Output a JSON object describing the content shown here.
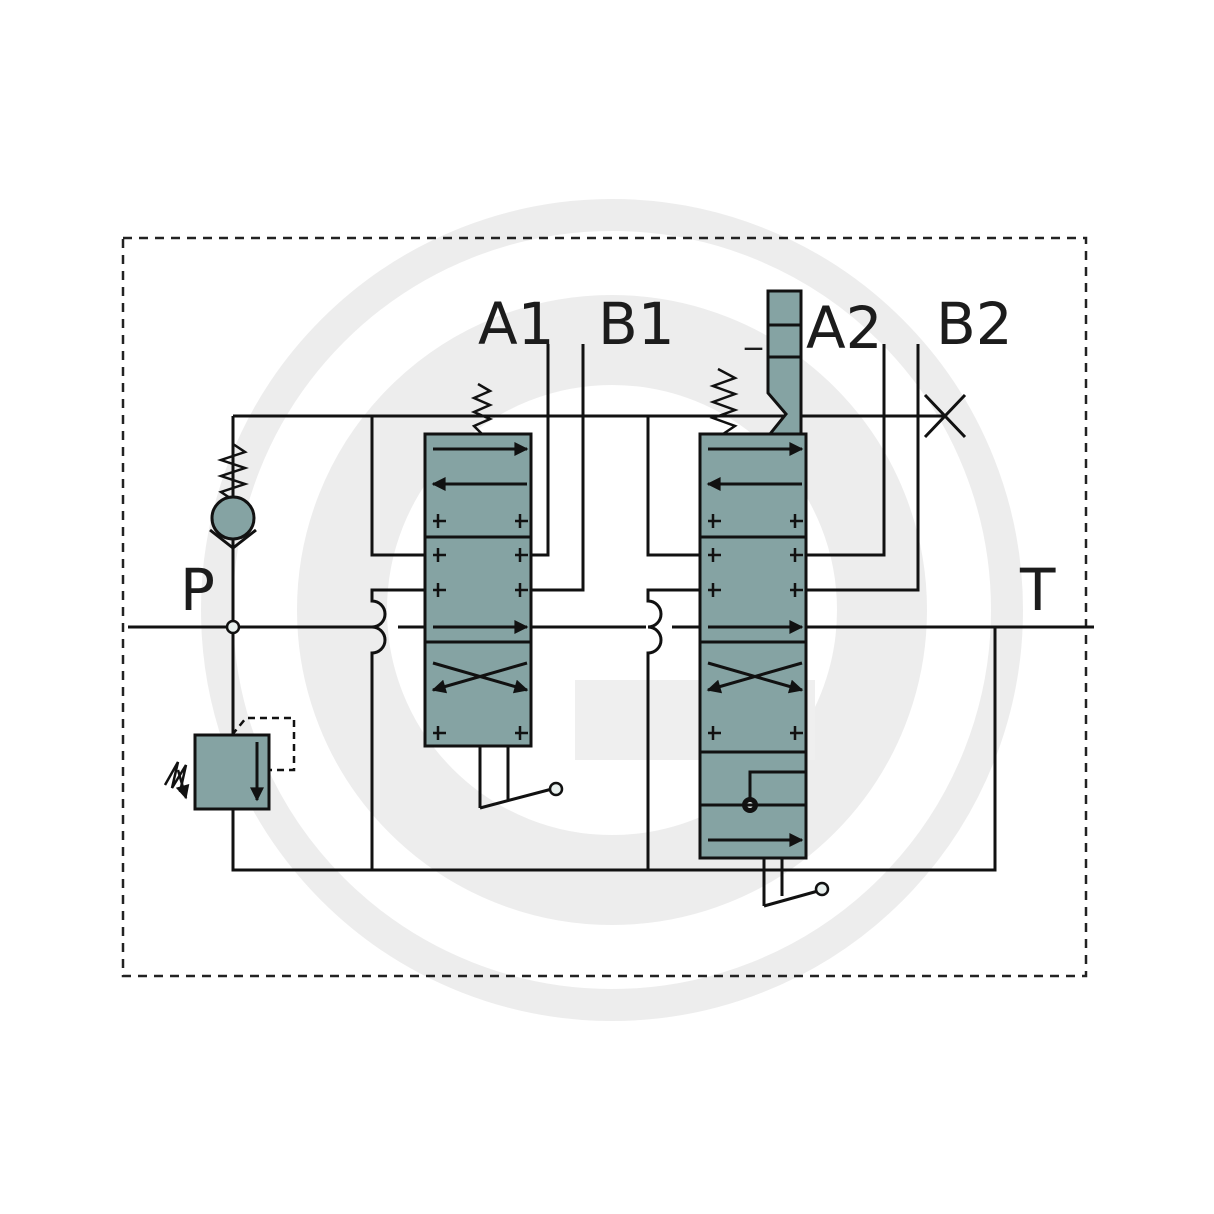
{
  "ports": {
    "p": "P",
    "t": "T",
    "a1": "A1",
    "b1": "B1",
    "a2": "A2",
    "b2": "B2"
  },
  "detent_mark": "_",
  "colors": {
    "spool_fill": "#85a3a3",
    "line": "#111111",
    "watermark": "#ededed"
  }
}
